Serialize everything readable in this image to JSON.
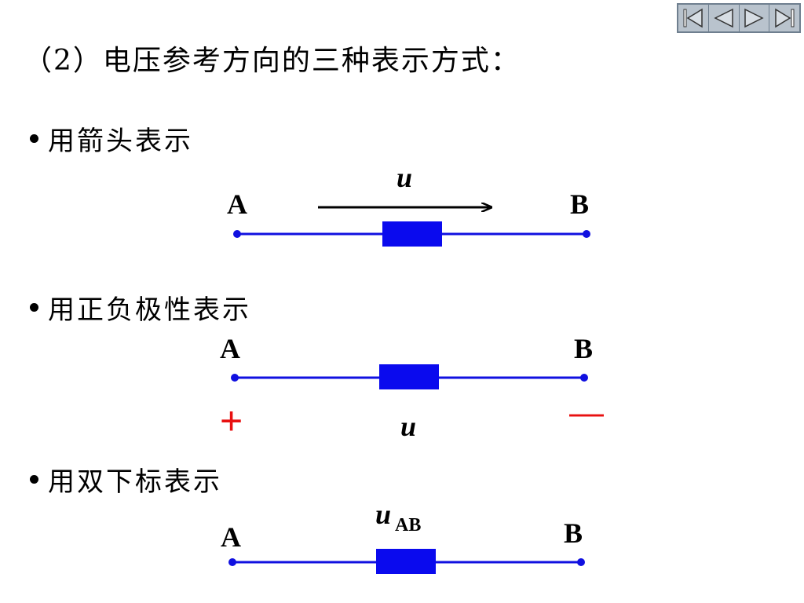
{
  "title": "（2）电压参考方向的三种表示方式：",
  "nav": {
    "buttons": [
      "first-page",
      "previous-page",
      "next-page",
      "last-page"
    ]
  },
  "sections": [
    {
      "label": "用箭头表示",
      "node_a": "A",
      "node_b": "B",
      "voltage": "u"
    },
    {
      "label": "用正负极性表示",
      "node_a": "A",
      "node_b": "B",
      "voltage": "u",
      "plus": "+",
      "minus": "—"
    },
    {
      "label": "用双下标表示",
      "node_a": "A",
      "node_b": "B",
      "voltage": "u",
      "subscript": "AB"
    }
  ],
  "colors": {
    "wire": "#1010e0",
    "resistor": "#0a0aee",
    "polarity": "#e81010",
    "nav_bg": "#b9c3cd"
  }
}
